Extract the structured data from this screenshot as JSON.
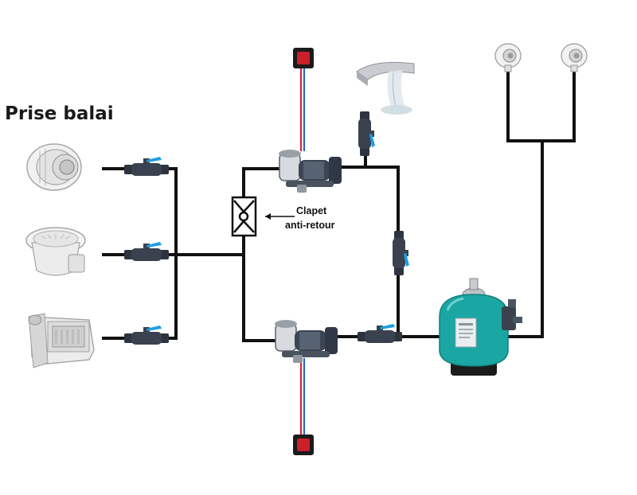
{
  "title": "Prise balai",
  "check_valve_label": {
    "line1": "Clapet",
    "line2": "anti-retour"
  },
  "colors": {
    "pipe": "#111111",
    "valve_body": "#2d3440",
    "valve_handle": "#1e9ee0",
    "filter_tank": "#1aa6a3",
    "switch_red": "#c9202a",
    "wire_red": "#d8202a",
    "wire_blue": "#2a5bd8",
    "fitting_white": "#e8e8e8"
  },
  "components": [
    "wall-inlet-fitting",
    "floor-drain",
    "skimmer",
    "ball-valve",
    "check-valve",
    "pump",
    "power-switch",
    "waterfall-cascade",
    "sand-filter",
    "return-nozzle"
  ]
}
